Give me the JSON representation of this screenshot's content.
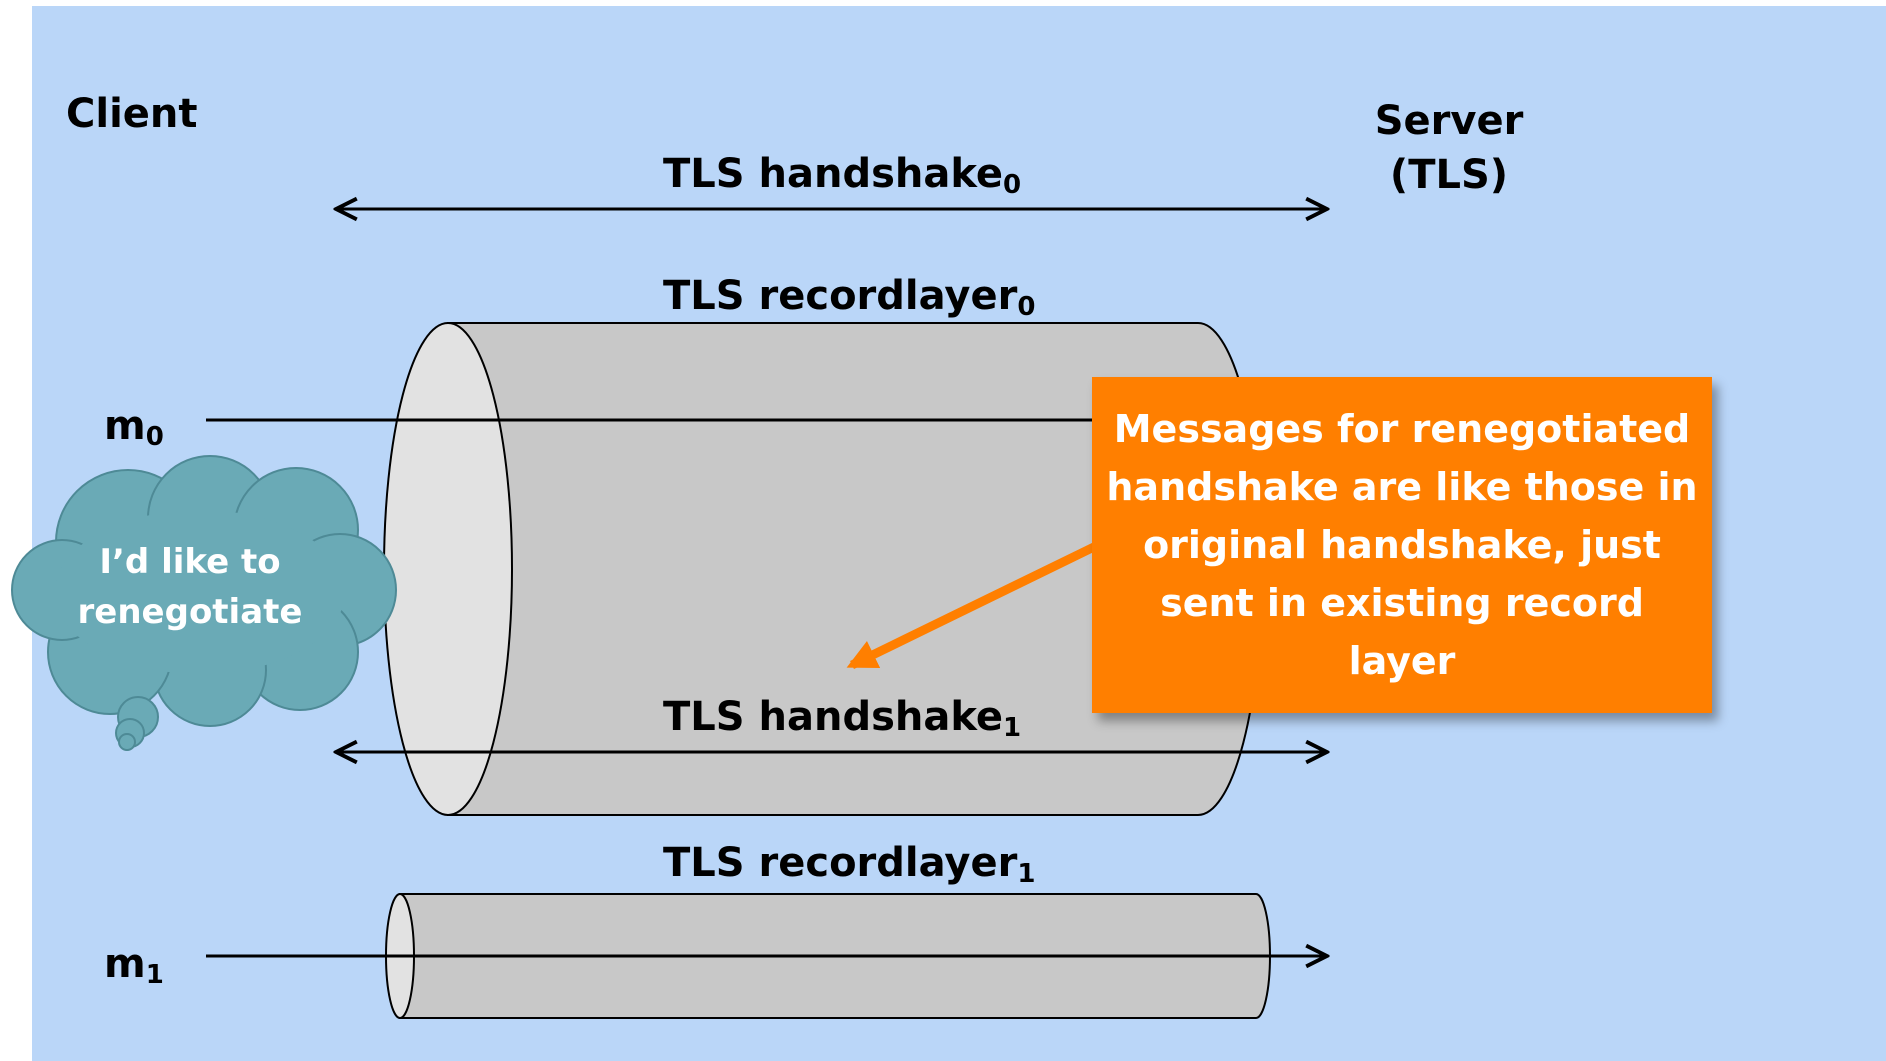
{
  "client": "Client",
  "server": {
    "line1": "Server",
    "line2": "(TLS)"
  },
  "handshake0": {
    "text": "TLS handshake",
    "sub": "0"
  },
  "recordlayer0": {
    "text": "TLS recordlayer",
    "sub": "0"
  },
  "handshake1": {
    "text": "TLS handshake",
    "sub": "1"
  },
  "recordlayer1": {
    "text": "TLS recordlayer",
    "sub": "1"
  },
  "m0": {
    "text": "m",
    "sub": "0"
  },
  "m1": {
    "text": "m",
    "sub": "1"
  },
  "thought": {
    "line1": "I’d like to",
    "line2": "renegotiate"
  },
  "callout": {
    "lines": [
      "Messages for renegotiated",
      "handshake are like those in",
      "original handshake, just",
      "sent in existing record layer"
    ]
  },
  "colors": {
    "background": "#bad6f8",
    "cylinder": "#c8c8c8",
    "cylinder_end": "#e2e2e2",
    "callout": "#ff7f00",
    "thought_cloud": "#6aaab6"
  }
}
